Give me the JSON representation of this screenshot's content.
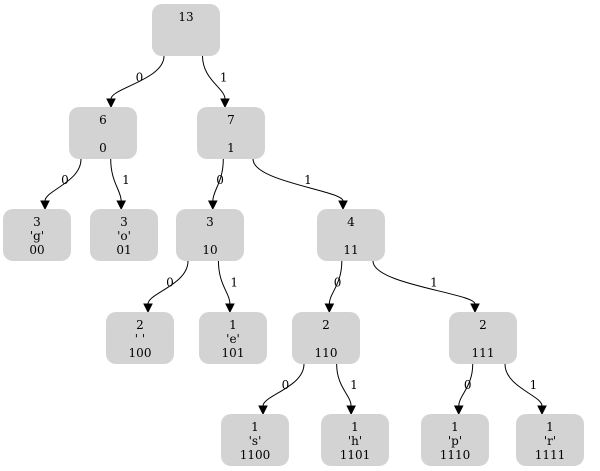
{
  "tree": {
    "nodes": {
      "root": [
        "13",
        "",
        ""
      ],
      "n0": [
        "6",
        "",
        "0"
      ],
      "n1": [
        "7",
        "",
        "1"
      ],
      "n00": [
        "3",
        "'g'",
        "00"
      ],
      "n01": [
        "3",
        "'o'",
        "01"
      ],
      "n10": [
        "3",
        "",
        "10"
      ],
      "n11": [
        "4",
        "",
        "11"
      ],
      "n100": [
        "2",
        "' '",
        "100"
      ],
      "n101": [
        "1",
        "'e'",
        "101"
      ],
      "n110": [
        "2",
        "",
        "110"
      ],
      "n111": [
        "2",
        "",
        "111"
      ],
      "n1100": [
        "1",
        "'s'",
        "1100"
      ],
      "n1101": [
        "1",
        "'h'",
        "1101"
      ],
      "n1110": [
        "1",
        "'p'",
        "1110"
      ],
      "n1111": [
        "1",
        "'r'",
        "1111"
      ]
    },
    "edges": [
      {
        "from": "root",
        "to": "n0",
        "label": "0"
      },
      {
        "from": "root",
        "to": "n1",
        "label": "1"
      },
      {
        "from": "n0",
        "to": "n00",
        "label": "0"
      },
      {
        "from": "n0",
        "to": "n01",
        "label": "1"
      },
      {
        "from": "n1",
        "to": "n10",
        "label": "0"
      },
      {
        "from": "n1",
        "to": "n11",
        "label": "1"
      },
      {
        "from": "n10",
        "to": "n100",
        "label": "0"
      },
      {
        "from": "n10",
        "to": "n101",
        "label": "1"
      },
      {
        "from": "n11",
        "to": "n110",
        "label": "0"
      },
      {
        "from": "n11",
        "to": "n111",
        "label": "1"
      },
      {
        "from": "n110",
        "to": "n1100",
        "label": "0"
      },
      {
        "from": "n110",
        "to": "n1101",
        "label": "1"
      },
      {
        "from": "n111",
        "to": "n1110",
        "label": "0"
      },
      {
        "from": "n111",
        "to": "n1111",
        "label": "1"
      }
    ]
  },
  "colors": {
    "node_fill": "#d3d3d3",
    "edge": "#000000",
    "text": "#000000"
  }
}
